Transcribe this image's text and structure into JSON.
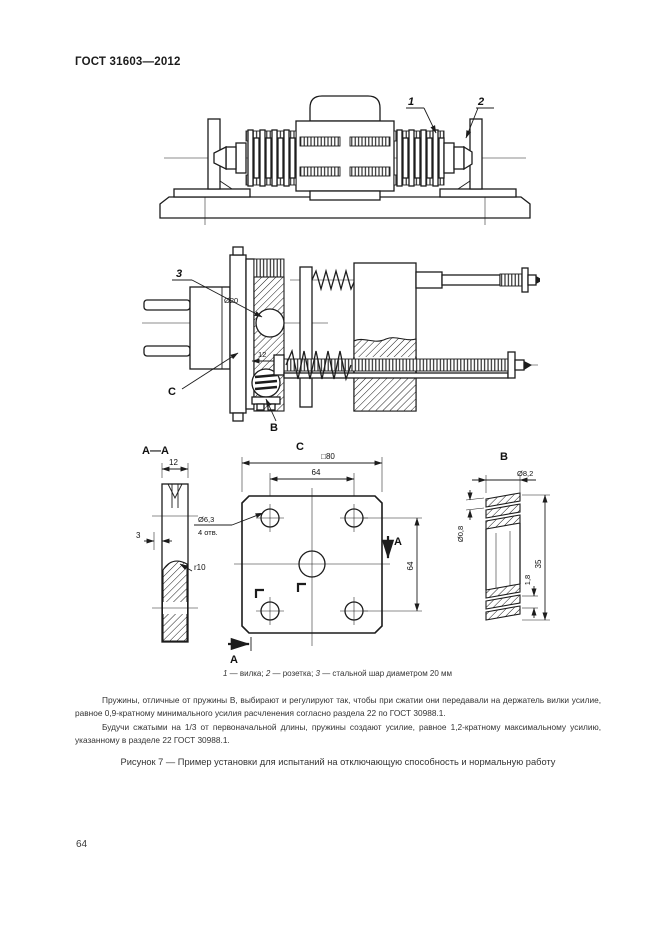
{
  "page": {
    "header": "ГОСТ 31603—2012",
    "number": "64"
  },
  "figure": {
    "caption": "Рисунок 7 — Пример установки для испытаний на отключающую способность и нормальную работу",
    "legend": [
      {
        "num": "1",
        "desc": " — вилка; "
      },
      {
        "num": "2",
        "desc": " — розетка; "
      },
      {
        "num": "3",
        "desc": " — стальной шар диаметром 20 мм"
      }
    ],
    "notes": [
      "Пружины, отличные от пружины В, выбирают и регулируют так, чтобы при сжатии они передавали на держатель вилки усилие, равное 0,9-кратному минимального усилия расчленения согласно раздела 22 по ГОСТ 30988.1.",
      "Будучи сжатыми на 1/3 от первоначальной длины, пружины создают усилие, равное 1,2-кратному максимальному усилию, указанному в разделе 22 ГОСТ 30988.1."
    ]
  },
  "drawings": {
    "assembly": {
      "callout_1": "1",
      "callout_2": "2"
    },
    "section": {
      "callout_3": "3",
      "dim_ball": "Ø20",
      "dim_12": "12",
      "label_c": "С",
      "label_b": "В"
    },
    "view_aa": {
      "title": "А—А",
      "dim_width": "12",
      "dim_3": "3",
      "dim_r10": "r10"
    },
    "view_c": {
      "title": "С",
      "dim_square": "□80",
      "dim_64_top": "64",
      "dim_64_right": "64",
      "dim_hole": "Ø6,3",
      "dim_hole_count": "4 отв.",
      "arrow_label": "А"
    },
    "view_b": {
      "title": "В",
      "dim_d82": "Ø8,2",
      "dim_d08": "Ø0,8",
      "dim_35": "35",
      "dim_18": "1,8"
    }
  }
}
